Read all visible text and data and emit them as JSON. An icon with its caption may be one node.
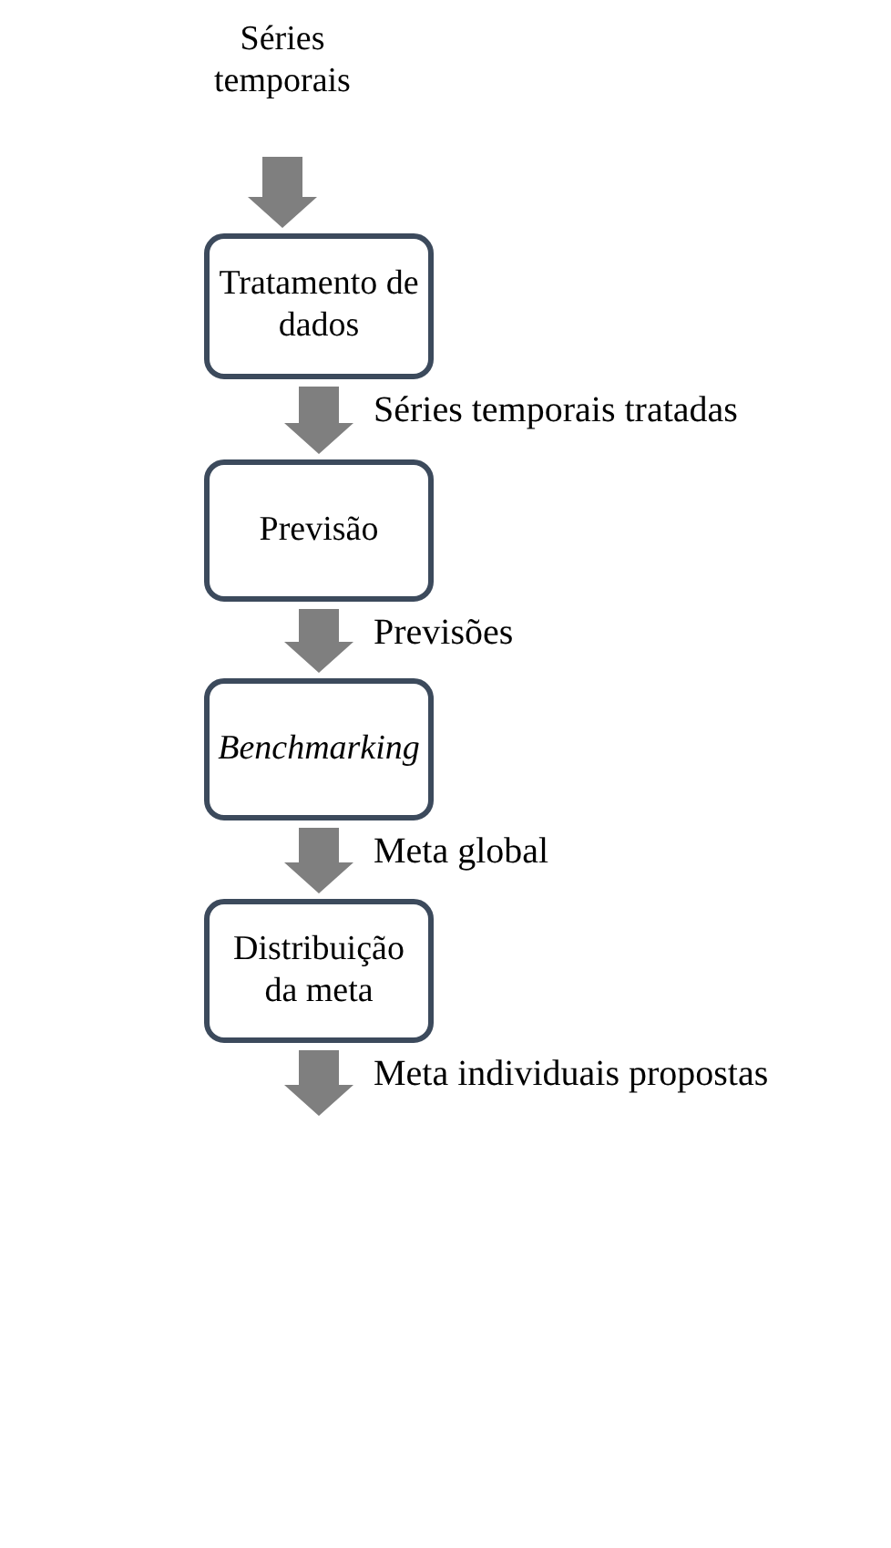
{
  "diagram": {
    "nodes": [
      {
        "text": [
          "Séries temporais"
        ]
      },
      {
        "text": [
          "Tratamento de dados"
        ]
      },
      {
        "text": [
          "Previsão"
        ]
      },
      {
        "text": [
          "Benchmarking"
        ]
      },
      {
        "text": [
          "Distribuição da meta"
        ]
      }
    ],
    "edges": [
      {
        "from": 0,
        "to": 1,
        "arrow": "to"
      },
      {
        "from": 1,
        "to": 2,
        "arrow": "to",
        "label": "Séries temporais tratadas"
      },
      {
        "from": 2,
        "to": 3,
        "arrow": "to",
        "label": "Previsões"
      },
      {
        "from": 3,
        "to": 4,
        "arrow": "to",
        "label": "Meta global"
      },
      {
        "from": 4,
        "to": null,
        "arrow": "to",
        "label": "Meta individuais propostas"
      }
    ]
  }
}
